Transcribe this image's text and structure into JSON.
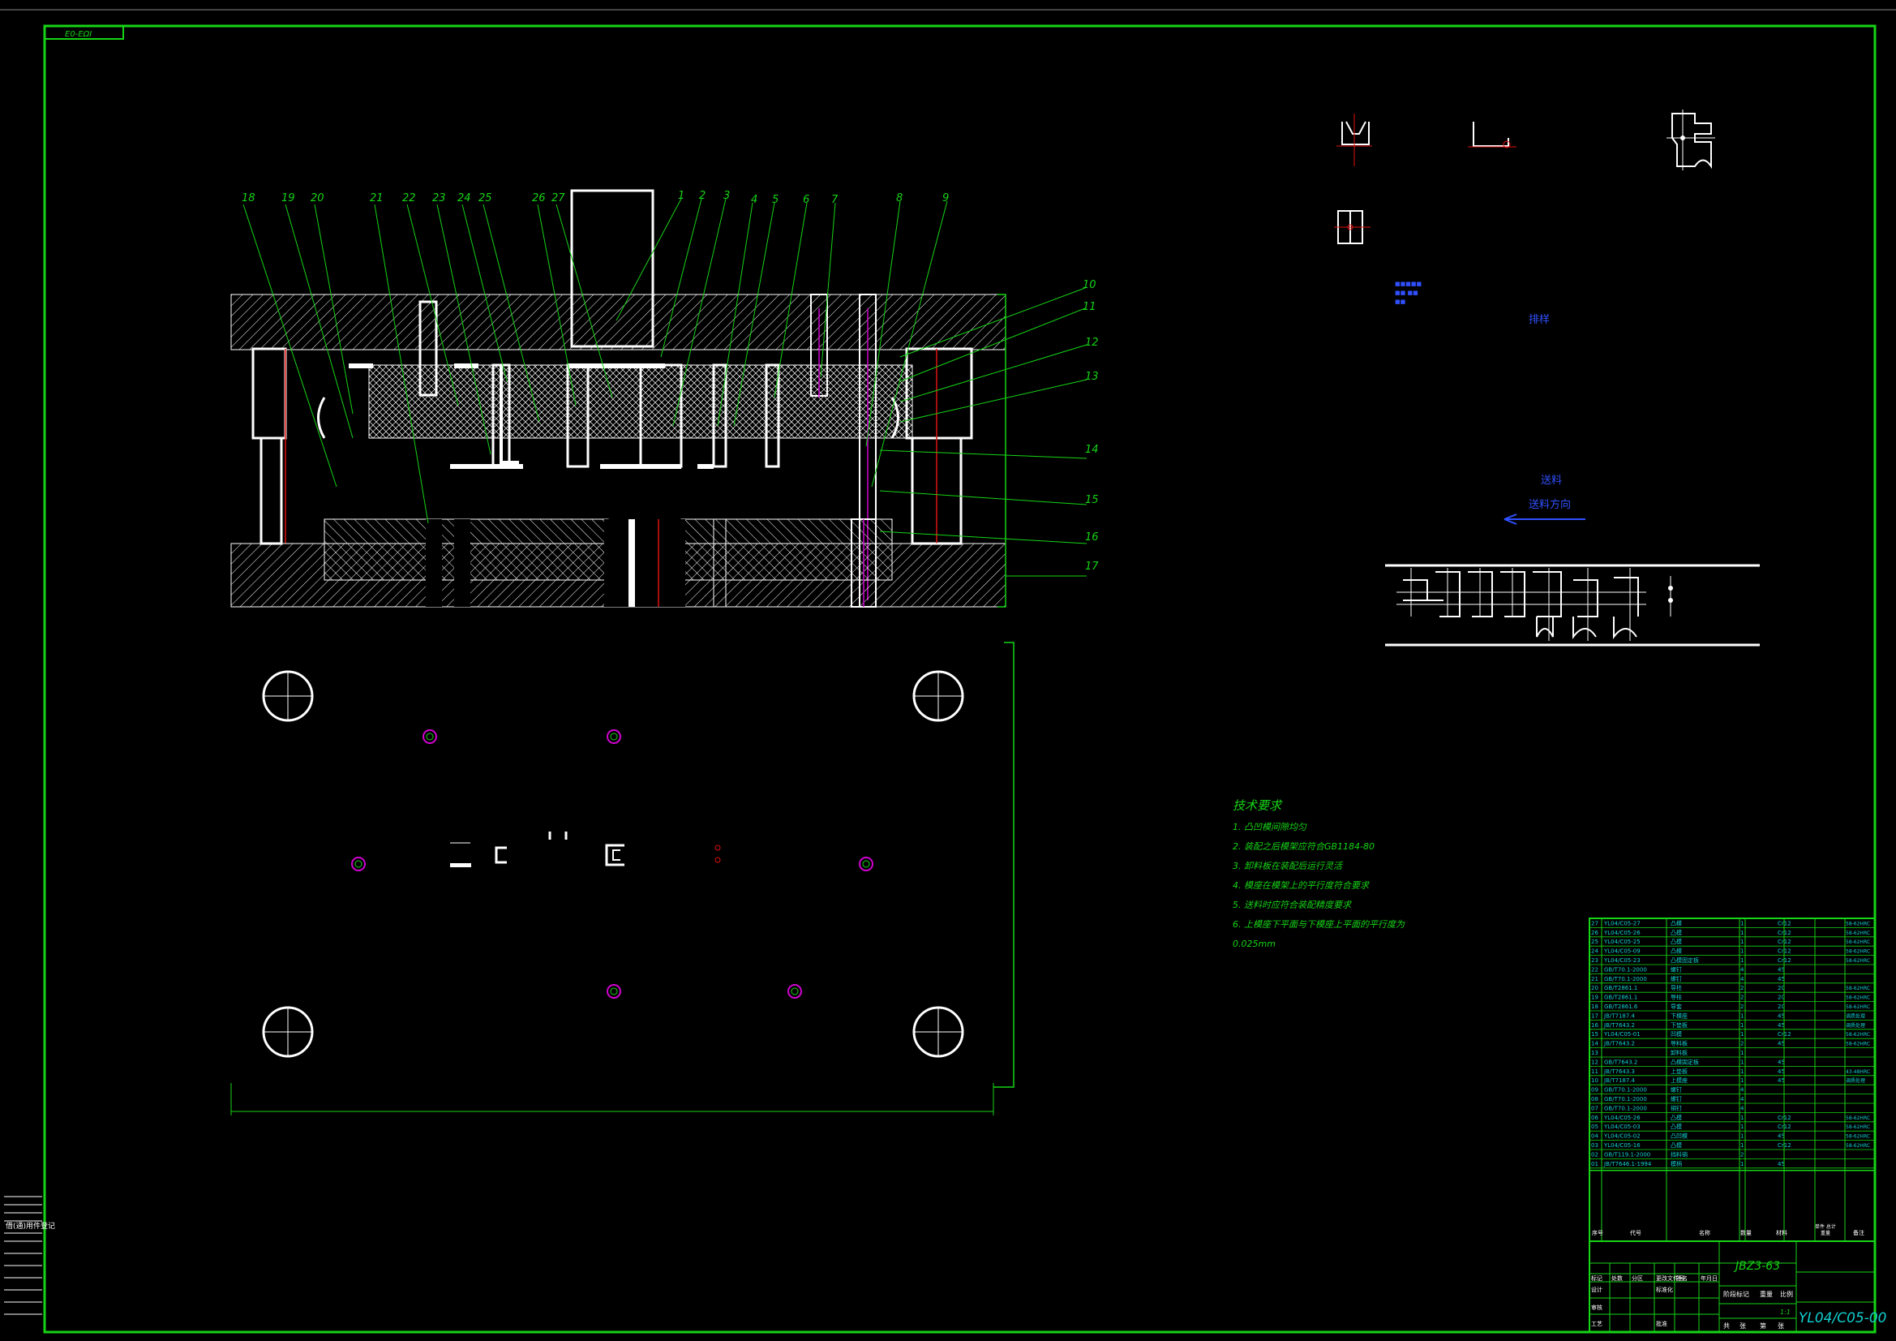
{
  "sheet": {
    "corner_tag": "Ε0-ΕΩΙ",
    "drawing_number": "YL04/C05-00",
    "standard": "JBZ3-63"
  },
  "part_balloons": [
    "1",
    "2",
    "3",
    "4",
    "5",
    "6",
    "7",
    "8",
    "9",
    "10",
    "11",
    "12",
    "13",
    "14",
    "15",
    "16",
    "17",
    "18",
    "19",
    "20",
    "21",
    "22",
    "23",
    "24",
    "25",
    "26",
    "27"
  ],
  "tech_requirements": {
    "title": "技术要求",
    "items": [
      "1. 凸凹模间隙均匀",
      "2. 装配之后模架应符合GB1184-80",
      "3. 卸料板在装配后运行灵活",
      "4. 模座在模架上的平行度符合要求",
      "5. 送料时应符合装配精度要求",
      "6. 上模座下平面与下模座上平面的平行度为",
      "0.025mm"
    ]
  },
  "strip_layout": {
    "feed_label": "送料",
    "feed_direction": "送料方向"
  },
  "blue_notes": {
    "label": "排样",
    "legend_lines": [
      "■■■■■",
      "■■ ■■",
      "■■"
    ]
  },
  "bom": {
    "rows": [
      {
        "no": "27",
        "code": "YL04/C05-27",
        "name": "凸模",
        "qty": "1",
        "mat": "Cr12",
        "note": "58-62HRC"
      },
      {
        "no": "26",
        "code": "YL04/C05-26",
        "name": "凸模",
        "qty": "1",
        "mat": "Cr12",
        "note": "58-62HRC"
      },
      {
        "no": "25",
        "code": "YL04/C05-25",
        "name": "凸模",
        "qty": "1",
        "mat": "Cr12",
        "note": "58-62HRC"
      },
      {
        "no": "24",
        "code": "YL04/C05-09",
        "name": "凸模",
        "qty": "1",
        "mat": "Cr12",
        "note": "58-62HRC"
      },
      {
        "no": "23",
        "code": "YL04/C05-23",
        "name": "凸模固定板",
        "qty": "1",
        "mat": "Cr12",
        "note": "58-62HRC"
      },
      {
        "no": "22",
        "code": "GB/T70.1-2000",
        "name": "螺钉",
        "qty": "4",
        "mat": "45",
        "note": ""
      },
      {
        "no": "21",
        "code": "GB/T70.1-2000",
        "name": "螺钉",
        "qty": "4",
        "mat": "45",
        "note": ""
      },
      {
        "no": "20",
        "code": "GB/T2861.1",
        "name": "导柱",
        "qty": "2",
        "mat": "20",
        "note": "58-62HRC"
      },
      {
        "no": "19",
        "code": "GB/T2861.1",
        "name": "导柱",
        "qty": "2",
        "mat": "20",
        "note": "58-62HRC"
      },
      {
        "no": "18",
        "code": "GB/T2861.6",
        "name": "导套",
        "qty": "2",
        "mat": "20",
        "note": "58-62HRC"
      },
      {
        "no": "17",
        "code": "JB/T7187.4",
        "name": "下模座",
        "qty": "1",
        "mat": "45",
        "note": "调质处理"
      },
      {
        "no": "16",
        "code": "JB/T7643.2",
        "name": "下垫板",
        "qty": "1",
        "mat": "45",
        "note": "调质处理"
      },
      {
        "no": "15",
        "code": "YL04/C05-01",
        "name": "凹模",
        "qty": "1",
        "mat": "Cr12",
        "note": "58-62HRC"
      },
      {
        "no": "14",
        "code": "JB/T7643.2",
        "name": "导料板",
        "qty": "2",
        "mat": "45",
        "note": "58-62HRC"
      },
      {
        "no": "13",
        "code": "",
        "name": "卸料板",
        "qty": "1",
        "mat": "",
        "note": ""
      },
      {
        "no": "12",
        "code": "GB/T7643.2",
        "name": "凸模固定板",
        "qty": "1",
        "mat": "45",
        "note": ""
      },
      {
        "no": "11",
        "code": "JB/T7643.3",
        "name": "上垫板",
        "qty": "1",
        "mat": "45",
        "note": "43-48HRC"
      },
      {
        "no": "10",
        "code": "JB/T7187.4",
        "name": "上模座",
        "qty": "1",
        "mat": "45",
        "note": "调质处理"
      },
      {
        "no": "09",
        "code": "GB/T70.1-2000",
        "name": "螺钉",
        "qty": "4",
        "mat": "",
        "note": ""
      },
      {
        "no": "08",
        "code": "GB/T70.1-2000",
        "name": "螺钉",
        "qty": "4",
        "mat": "",
        "note": ""
      },
      {
        "no": "07",
        "code": "GB/T70.1-2000",
        "name": "销钉",
        "qty": "4",
        "mat": "",
        "note": ""
      },
      {
        "no": "06",
        "code": "YL04/C05-26",
        "name": "凸模",
        "qty": "1",
        "mat": "Cr12",
        "note": "58-62HRC"
      },
      {
        "no": "05",
        "code": "YL04/C05-03",
        "name": "凸模",
        "qty": "1",
        "mat": "Cr12",
        "note": "58-62HRC"
      },
      {
        "no": "04",
        "code": "YL04/C05-02",
        "name": "凸凹模",
        "qty": "1",
        "mat": "45",
        "note": "58-62HRC"
      },
      {
        "no": "03",
        "code": "YL04/C05-16",
        "name": "凸模",
        "qty": "1",
        "mat": "Cr12",
        "note": "58-62HRC"
      },
      {
        "no": "02",
        "code": "GB/T119.1-2000",
        "name": "挡料销",
        "qty": "2",
        "mat": "",
        "note": ""
      },
      {
        "no": "01",
        "code": "JB/T7646.1-1994",
        "name": "模柄",
        "qty": "1",
        "mat": "45",
        "note": ""
      }
    ],
    "header": {
      "no": "序号",
      "code": "代号",
      "name": "名称",
      "qty": "数量",
      "mat": "材料",
      "weight": "单件 总计",
      "mass": "重量",
      "note": "备注"
    }
  },
  "title_block": {
    "row1": [
      "标记",
      "处数",
      "分区",
      "更改文件号",
      "签名",
      "年月日"
    ],
    "row2": [
      "设计",
      "",
      "标准化"
    ],
    "row3": [
      "审核"
    ],
    "row4": [
      "工艺",
      "",
      "批准"
    ],
    "stage_labels": [
      "阶段标记",
      "重量",
      "比例"
    ],
    "scale": "1:1",
    "sheet_row": [
      "共",
      "张",
      "第",
      "张"
    ]
  },
  "left_margin_label": "借(通)用件登记"
}
